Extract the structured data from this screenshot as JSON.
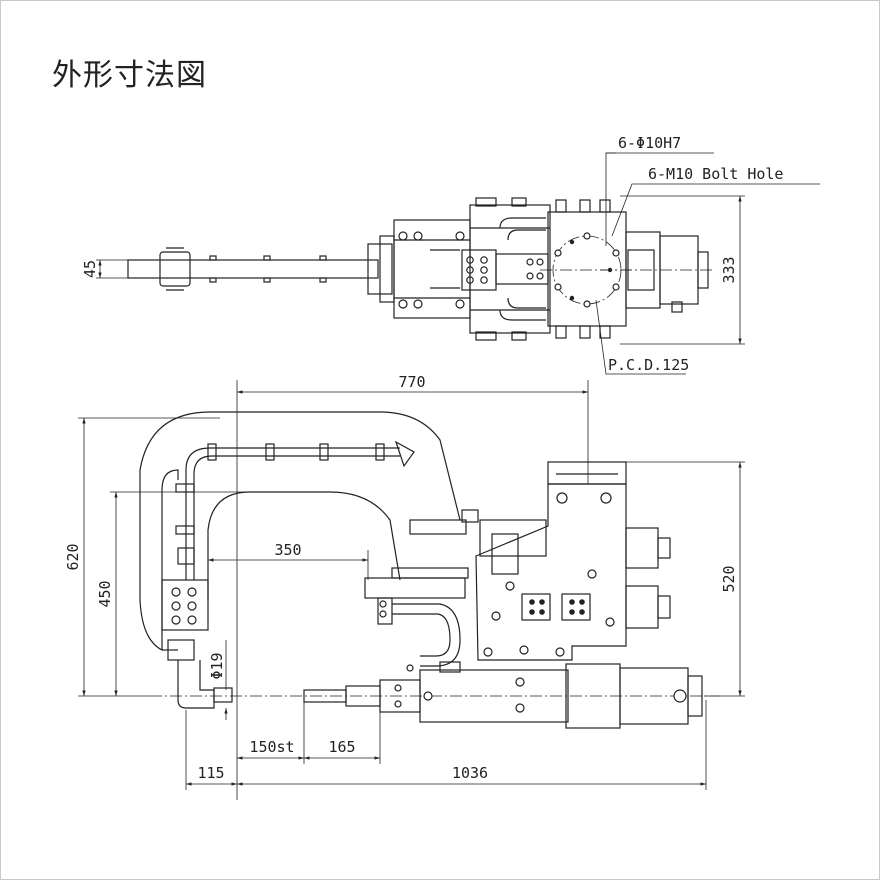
{
  "title": "外形寸法図",
  "top_view": {
    "annotations": {
      "pin_holes": "6-Φ10H7",
      "bolt_holes": "6-M10 Bolt Hole",
      "pcd": "P.C.D.125"
    },
    "dims": {
      "arm_height": "45",
      "height": "333"
    }
  },
  "side_view": {
    "dims": {
      "top_width": "770",
      "overall_height": "620",
      "throat_height": "450",
      "right_height": "520",
      "throat_depth": "350",
      "electrode_dia": "Φ19",
      "stroke": "150st",
      "cylinder": "165",
      "offset_left": "115",
      "overall_width": "1036"
    }
  },
  "colors": {
    "line": "#222222",
    "border": "#c8c8c8",
    "background": "#ffffff"
  }
}
